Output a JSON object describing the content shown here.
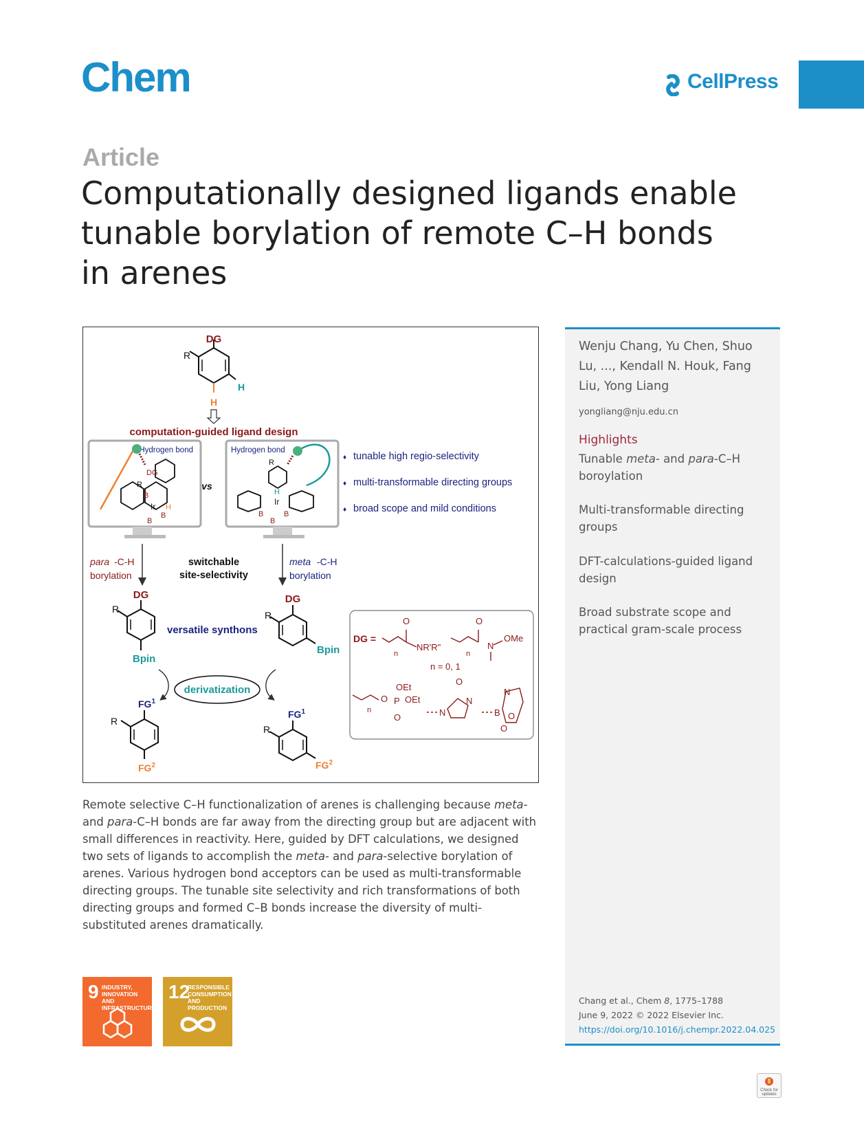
{
  "header": {
    "journal": "Chem",
    "publisher": "CellPress"
  },
  "article": {
    "type": "Article",
    "title": "Computationally designed ligands enable tunable borylation of remote C–H bonds in arenes"
  },
  "graphical_abstract": {
    "dg_top": "DG",
    "r": "R",
    "h_teal": "H",
    "h_orange": "H",
    "design_label": "computation-guided ligand design",
    "hb_left": "Hydrogen bond",
    "hb_right": "Hydrogen bond",
    "vs": "vs",
    "bullets": [
      "tunable high regio-selectivity",
      "multi-transformable directing groups",
      "broad scope and mild conditions"
    ],
    "para_label": "para",
    "para_rest": "-C-H borylation",
    "meta_label": "meta",
    "meta_rest": "-C-H borylation",
    "switchable": "switchable site-selectivity",
    "versatile": "versatile synthons",
    "bpin": "Bpin",
    "derivatization": "derivatization",
    "fg1": "FG",
    "fg2": "FG",
    "sup1": "1",
    "sup2": "2",
    "dg_def": "DG =",
    "nrr": "NR'R\"",
    "ome": "OMe",
    "n_label": "n",
    "n_values": "n = 0, 1",
    "oet": "OEt",
    "o": "O",
    "p": "P",
    "b": "B",
    "n": "N",
    "ir": "Ir"
  },
  "abstract": {
    "parts": [
      "Remote selective C–H functionalization of arenes is challenging because ",
      "meta",
      "- and ",
      "para",
      "-C–H bonds are far away from the directing group but are adjacent with small differences in reactivity. Here, guided by DFT calculations, we designed two sets of ligands to accomplish the ",
      "meta",
      "- and ",
      "para",
      "-selective borylation of arenes. Various hydrogen bond acceptors can be used as multi-transformable directing groups. The tunable site selectivity and rich transformations of both directing groups and formed C–B bonds increase the diversity of multi-substituted arenes dramatically."
    ]
  },
  "sidebar": {
    "authors": "Wenju Chang, Yu Chen, Shuo Lu, ..., Kendall N. Houk, Fang Liu, Yong Liang",
    "email": "yongliang@nju.edu.cn",
    "highlights_heading": "Highlights",
    "highlight1": {
      "a": "Tunable ",
      "b": "meta",
      "c": "- and ",
      "d": "para",
      "e": "-C–H boroylation"
    },
    "highlight2": "Multi-transformable directing groups",
    "highlight3": "DFT-calculations-guided ligand design",
    "highlight4": "Broad substrate scope and practical gram-scale process",
    "citation_a": "Chang et al., Chem ",
    "citation_vol": "8",
    "citation_b": ", 1775–1788",
    "date": "June 9, 2022 © 2022 Elsevier Inc.",
    "doi": "https://doi.org/10.1016/j.chempr.2022.04.025"
  },
  "sdg": {
    "goal9_num": "9",
    "goal9_text": "Industry, innovation and infrastructure",
    "goal12_num": "12",
    "goal12_text": "Responsible consumption and production"
  },
  "check_updates": "Check for updates",
  "colors": {
    "brand_blue": "#1c8fc9",
    "dark_red": "#8b1a1a",
    "teal": "#1a9a9a",
    "orange": "#f08030",
    "navy": "#1a237e"
  }
}
